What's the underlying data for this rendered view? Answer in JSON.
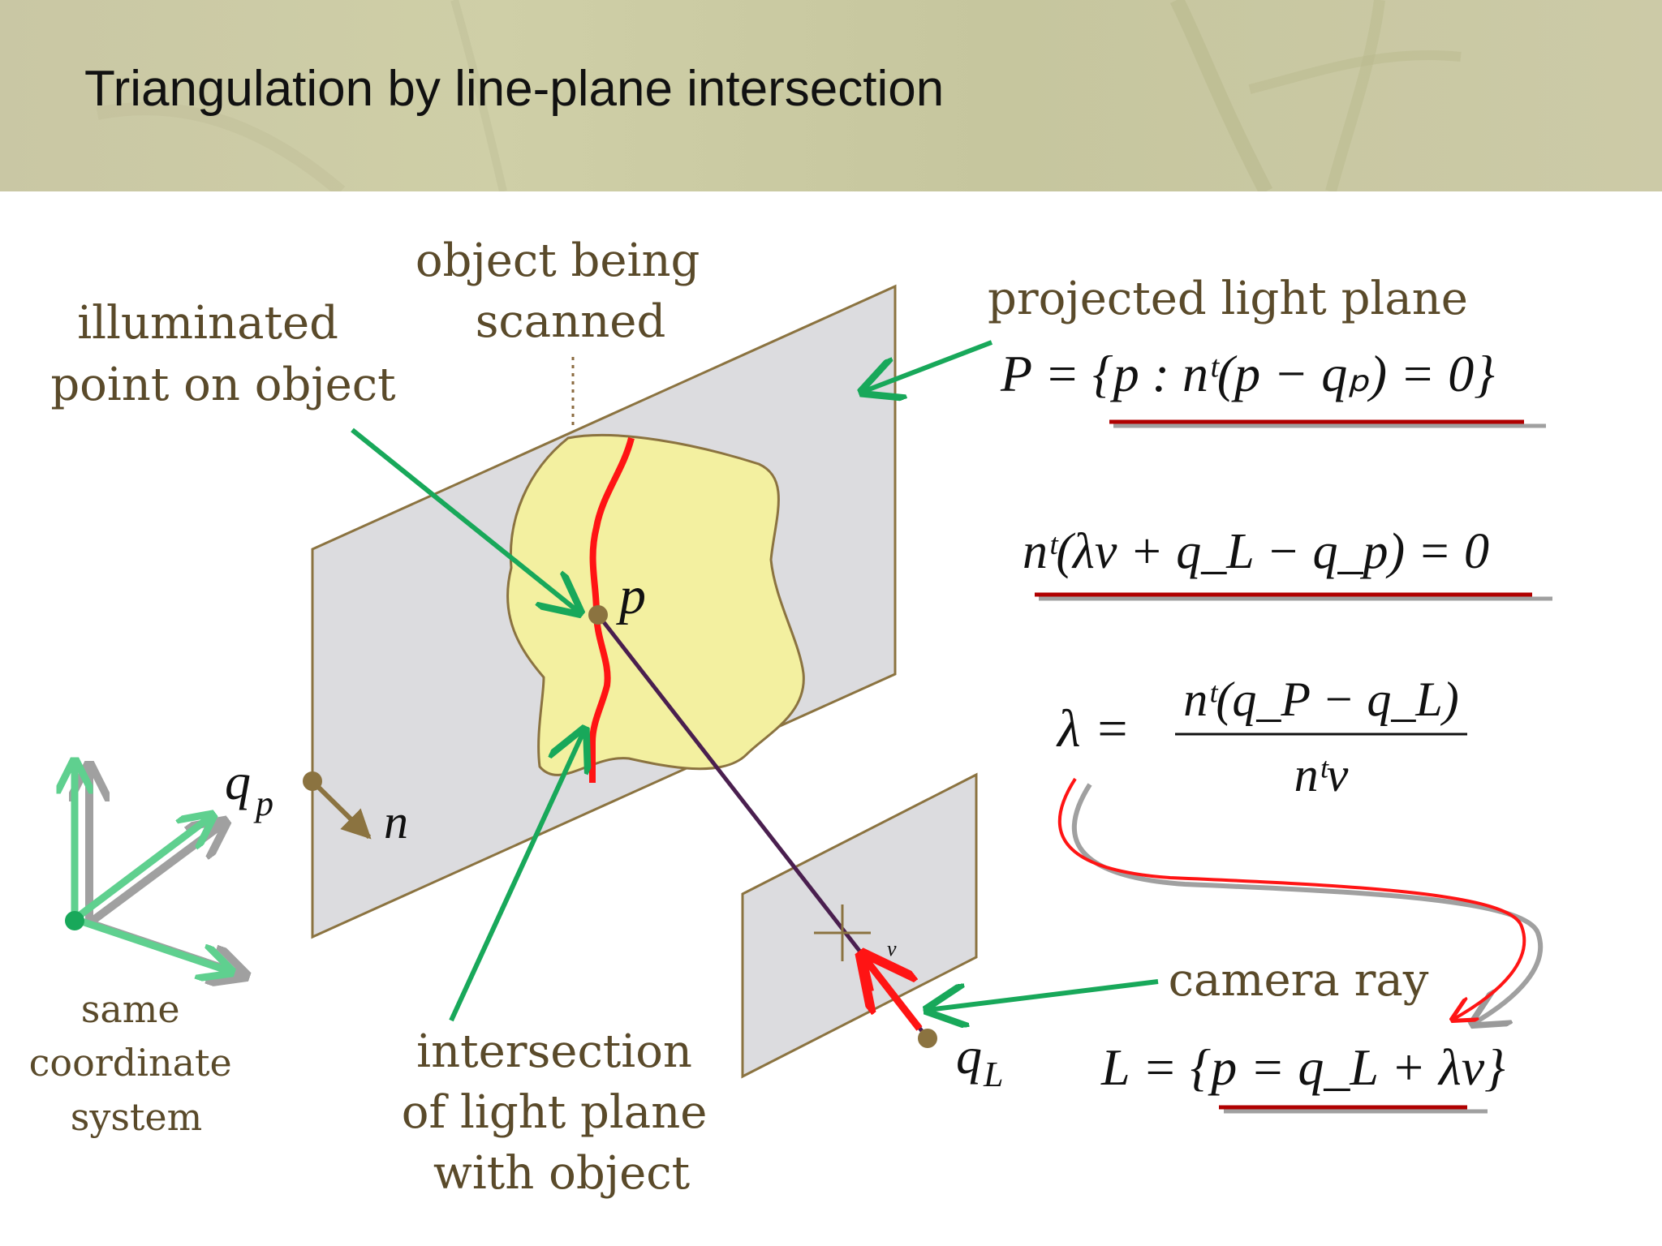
{
  "title": "Triangulation by line-plane intersection",
  "labels": {
    "object_being_scanned": [
      "object being",
      "scanned"
    ],
    "illuminated_point": [
      "illuminated",
      "point on object"
    ],
    "projected_light_plane": "projected light plane",
    "camera_ray": "camera ray",
    "intersection": [
      "intersection",
      "of light plane",
      "with object"
    ],
    "same_coordinate_system": [
      "same",
      "coordinate",
      "system"
    ]
  },
  "symbols": {
    "p": "p",
    "q": "q",
    "p_sub": "p",
    "n": "n",
    "L_sub": "L",
    "v": "v"
  },
  "equations": {
    "plane": "P = {p : nᵗ(p − qₚ) = 0}",
    "substitution": "nᵗ(λv + q_L − q_p) = 0",
    "lambda_lhs": "λ =",
    "lambda_num": "nᵗ(q_P − q_L)",
    "lambda_den": "nᵗv",
    "ray": "L = {p = q_L + λv}"
  },
  "colors": {
    "plane_fill": "#dcdcdf",
    "plane_stroke": "#8b7340",
    "object_fill": "#f3f0a0",
    "red": "#ff1414",
    "green_arrow": "#18a85a",
    "ray_line": "#4a1f4f",
    "label_brown": "#5a4a2a",
    "underline_red": "#b00000"
  }
}
